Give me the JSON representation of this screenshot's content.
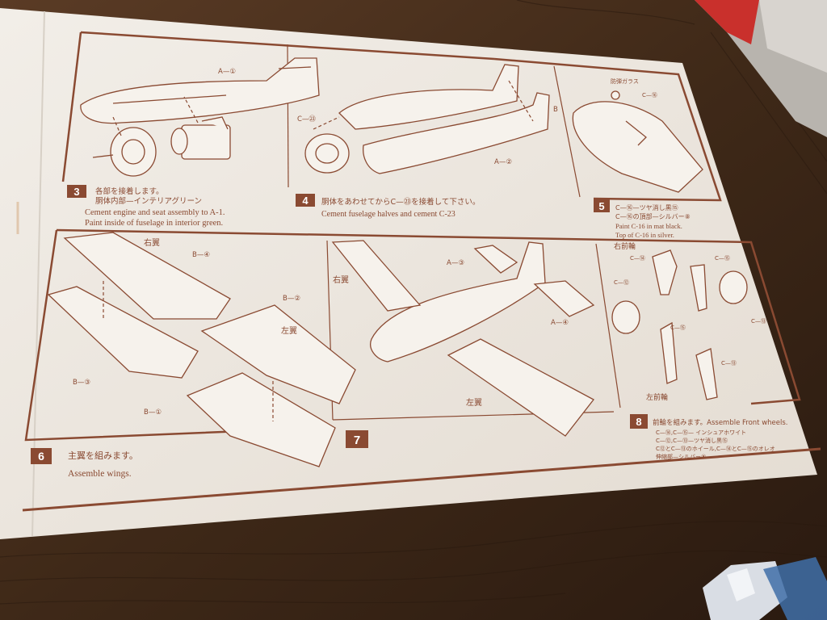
{
  "colors": {
    "ink": "#8a4a32",
    "paper": "#efeae3",
    "wood": "#4a3120",
    "wood_dark": "#2e1d12",
    "box_red": "#c9302c"
  },
  "steps": {
    "s3": {
      "number": "3",
      "jp1": "各部を接着します。",
      "jp2": "胴体内部—インテリアグリーン",
      "en1": "Cement engine and seat assembly to A-1.",
      "en2": "Paint inside of fuselage in interior green."
    },
    "s4": {
      "number": "4",
      "jp1": "胴体をあわせてからC—㉓を接着して下さい。",
      "en1": "Cement fuselage halves and cement C-23"
    },
    "s5": {
      "number": "5",
      "jp1": "C—⑯—ツヤ消し黒⑮",
      "jp2": "C—⑯の頂部—シルバー⑧",
      "en1": "Paint C-16 in mat black.",
      "en2": "Top of C-16 in silver."
    },
    "s6": {
      "number": "6",
      "jp1": "主翼を組みます。",
      "en1": "Assemble wings."
    },
    "s7": {
      "number": "7"
    },
    "s8": {
      "number": "8",
      "jp1": "前輪を組みます。Assemble Front wheels.",
      "jp2": "C—⑭,C—⑮— インシュアホワイト",
      "jp3": "C—⑫,C—⑬—ツヤ消し黒⑮",
      "jp4": "C⑫とC—⑬のホイール,C—⑭とC—⑮のオレオ",
      "jp5": "伸縮部—シルバー⑧"
    }
  },
  "labels": {
    "a1": "A—①",
    "a2": "A—②",
    "a3": "A—③",
    "a4": "A—④",
    "c23": "C—㉓",
    "b_mark": "B",
    "b1": "B—①",
    "b2": "B—②",
    "b3": "B—③",
    "b4": "B—④",
    "right_wing": "右翼",
    "left_wing": "左翼",
    "right_wing_7": "右翼",
    "left_wing_7": "左翼",
    "right_front_wheel": "右前輪",
    "left_front_wheel": "左前輪",
    "c12": "C—⑫",
    "c13": "C—⑬",
    "c14": "C—⑭",
    "c15": "C—⑮",
    "c16": "C—⑯",
    "c_small": "C—⑮",
    "c_small2": "C—⑬",
    "antenna": "防弾ガラス"
  }
}
